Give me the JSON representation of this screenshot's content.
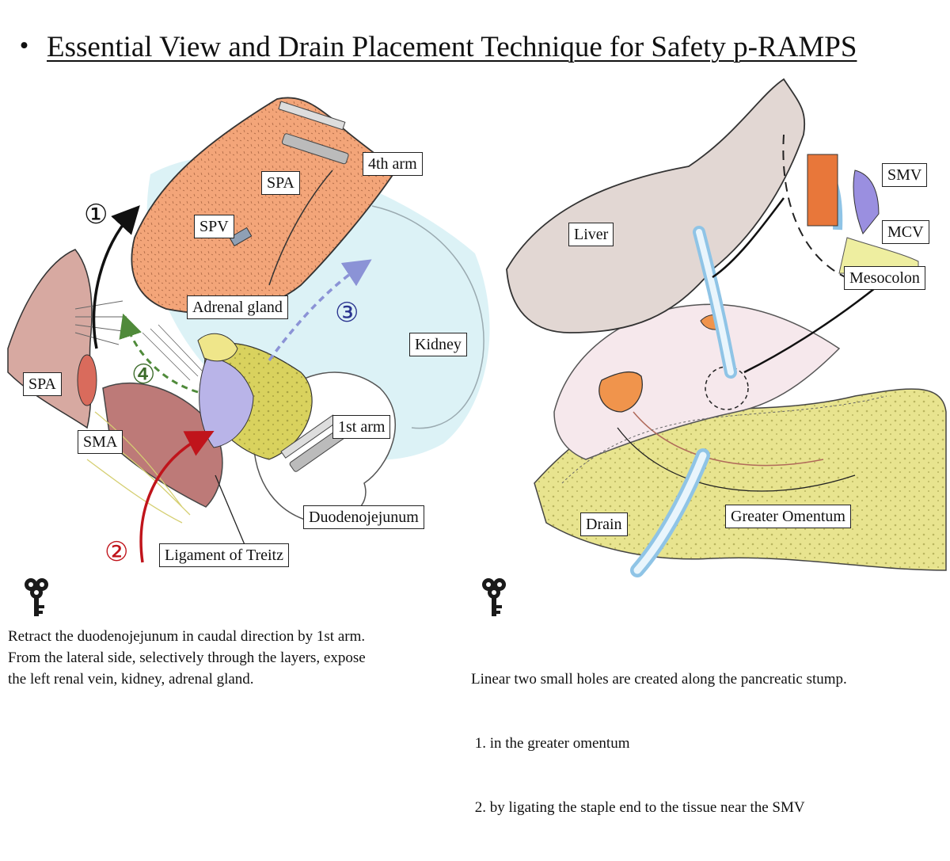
{
  "title": {
    "bullet": "・",
    "text": "Essential View and Drain Placement Technique for Safety p-RAMPS"
  },
  "left_diagram": {
    "labels": {
      "spa_top": "SPA",
      "spv": "SPV",
      "fourth_arm": "4th arm",
      "adrenal": "Adrenal gland",
      "kidney": "Kidney",
      "spa_left": "SPA",
      "sma": "SMA",
      "first_arm": "1st arm",
      "duodeno": "Duodenojejunum",
      "treitz": "Ligament of Treitz"
    },
    "steps": {
      "one": "①",
      "two": "②",
      "three": "③",
      "four": "④"
    },
    "step_colors": {
      "one": "#111111",
      "two": "#c0141b",
      "three": "#2b3590",
      "four": "#3c6b2a"
    }
  },
  "right_diagram": {
    "labels": {
      "liver": "Liver",
      "smv": "SMV",
      "mcv": "MCV",
      "mesocolon": "Mesocolon",
      "drain": "Drain",
      "omentum": "Greater Omentum"
    }
  },
  "notes": {
    "left": [
      "Retract the duodenojejunum in caudal direction by 1st arm.",
      "From the lateral side, selectively through the layers, expose",
      "the left renal vein, kidney, adrenal gland."
    ],
    "right": [
      "Linear two small holes are created along the pancreatic stump.",
      " 1. in the greater omentum",
      " 2. by ligating the staple end to the tissue near the SMV"
    ]
  },
  "icons": {
    "left_key": "key-icon",
    "right_key": "key-icon"
  }
}
